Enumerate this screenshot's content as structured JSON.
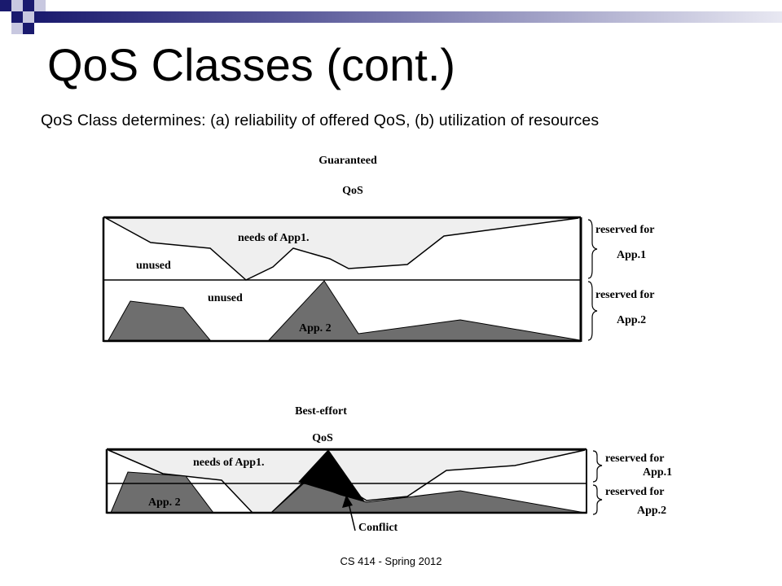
{
  "slide": {
    "title": "QoS Classes (cont.)",
    "subtitle": "QoS Class determines: (a) reliability of offered QoS, (b) utilization of resources",
    "footer": "CS 414 - Spring 2012"
  },
  "guaranteed": {
    "heading": "Guaranteed",
    "subheading": "QoS",
    "needs_label": "needs of App1.",
    "unused_top": "unused",
    "unused_bottom": "unused",
    "app2_label": "App. 2",
    "reserved_label_1": "reserved for",
    "reserved_app_1": "App.1",
    "reserved_label_2": "reserved for",
    "reserved_app_2": "App.2"
  },
  "best_effort": {
    "heading": "Best-effort",
    "subheading": "QoS",
    "needs_label": "needs of App1.",
    "app2_label": "App. 2",
    "conflict_label": "Conflict",
    "reserved_label_1": "reserved for",
    "reserved_app_1": "App.1",
    "reserved_label_2": "reserved for",
    "reserved_app_2": "App.2"
  },
  "colors": {
    "deco_navy": "#1a1a6e",
    "deco_light": "#c8c8e0",
    "app1_fill": "#efefef",
    "app2_fill": "#6e6e6e",
    "conflict_fill": "#000000"
  }
}
